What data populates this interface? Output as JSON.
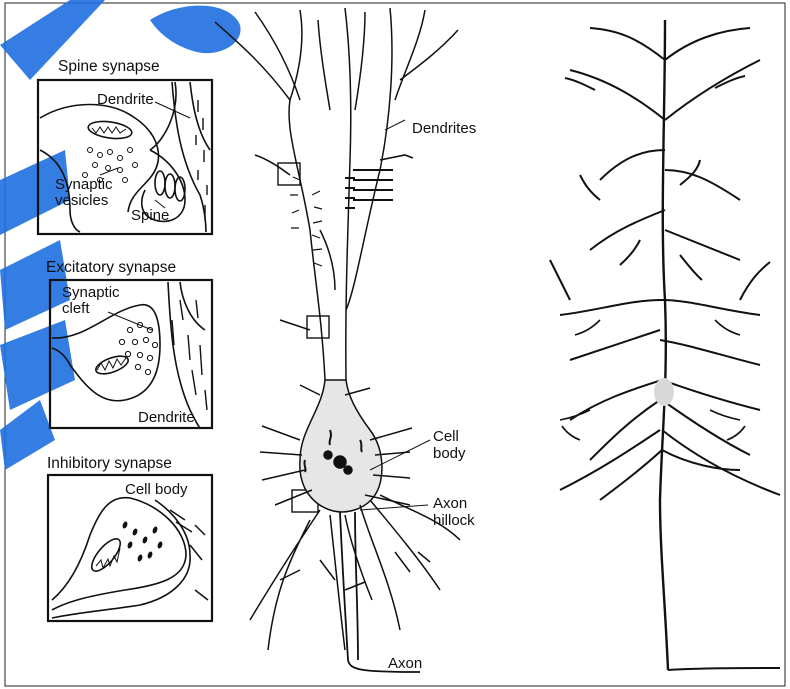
{
  "left_panels": {
    "spine": {
      "title": "Spine synapse",
      "dendrite": "Dendrite",
      "synaptic_vesicles_1": "Synaptic",
      "synaptic_vesicles_2": "vesicles",
      "spine": "Spine"
    },
    "excitatory": {
      "title": "Excitatory synapse",
      "cleft_1": "Synaptic",
      "cleft_2": "cleft",
      "dendrite": "Dendrite"
    },
    "inhibitory": {
      "title": "Inhibitory synapse",
      "cell_body": "Cell body"
    }
  },
  "neuron": {
    "dendrites": "Dendrites",
    "cell_body_1": "Cell",
    "cell_body_2": "body",
    "axon_hillock_1": "Axon",
    "axon_hillock_2": "hillock",
    "axon": "Axon"
  },
  "colors": {
    "ink": "#111111",
    "watermark": "#1f6fe0",
    "soma_stipple": "#bbbbbb"
  }
}
